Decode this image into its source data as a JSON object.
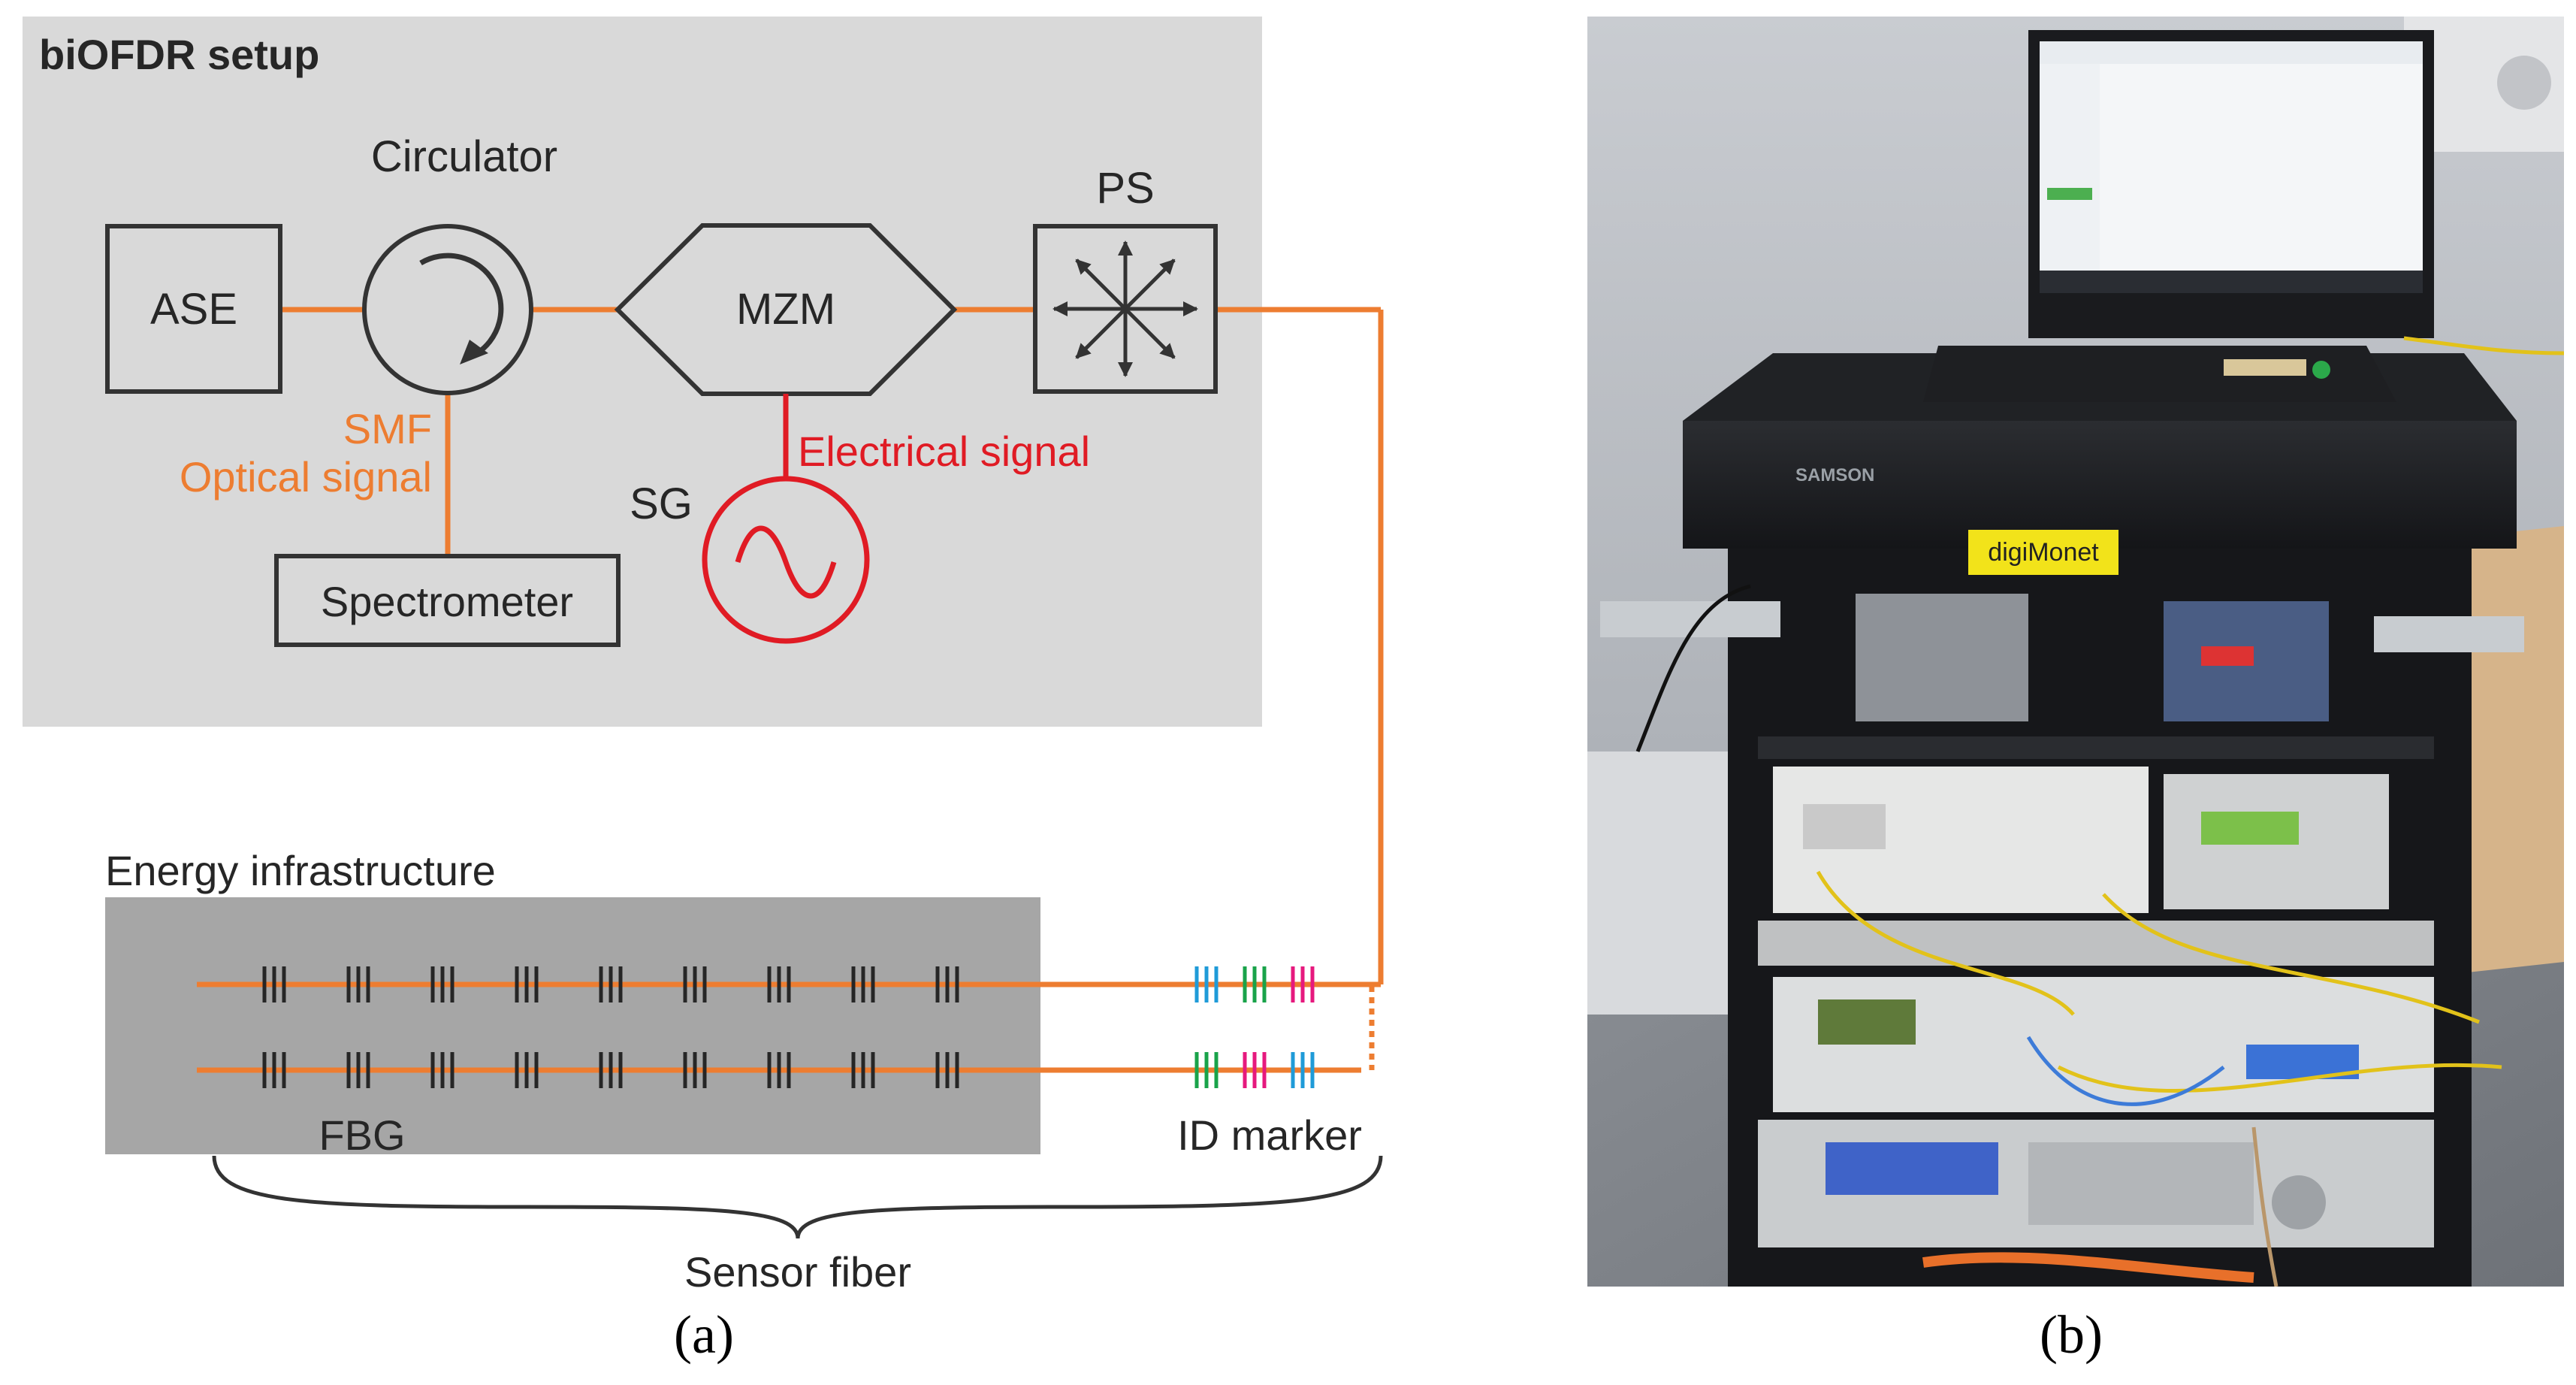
{
  "panel_a": {
    "setup_title": "biOFDR setup",
    "components": {
      "ase": "ASE",
      "circulator": "Circulator",
      "mzm": "MZM",
      "ps": "PS",
      "sg": "SG",
      "spectrometer": "Spectrometer"
    },
    "labels": {
      "smf": "SMF",
      "optical_signal": "Optical signal",
      "electrical_signal": "Electrical signal",
      "energy_infrastructure": "Energy infrastructure",
      "fbg": "FBG",
      "id_marker": "ID marker",
      "sensor_fiber": "Sensor fiber"
    },
    "caption": "(a)"
  },
  "panel_b": {
    "rack_brand": "SAMSON",
    "rack_label": "digiMonet",
    "caption": "(b)"
  },
  "colors": {
    "setup_bg": "#d9d9d9",
    "infrastructure_bg": "#a6a6a6",
    "optical": "#ed7d31",
    "electrical": "#e01b24",
    "marker_blue": "#1f9bd8",
    "marker_green": "#19a34a",
    "marker_magenta": "#e6197e"
  }
}
